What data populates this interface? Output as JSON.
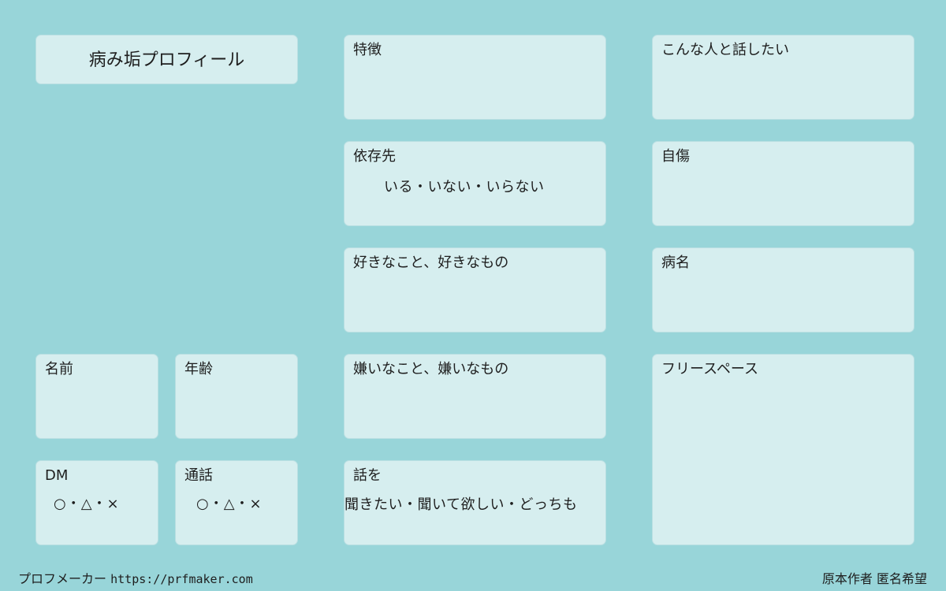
{
  "title": "病み垢プロフィール",
  "fields": {
    "tokuchou": "特徴",
    "hanashitai": "こんな人と話したい",
    "izonsaki": "依存先",
    "izonsaki_options": "いる・いない・いらない",
    "jishou": "自傷",
    "suki": "好きなこと、好きなもの",
    "byoumei": "病名",
    "namae": "名前",
    "nenrei": "年齢",
    "kirai": "嫌いなこと、嫌いなもの",
    "free_space": "フリースペース",
    "dm": "DM",
    "dm_options": "○・△・×",
    "tsuuwa": "通話",
    "tsuuwa_options": "○・△・×",
    "hanashi": "話を",
    "hanashi_options": "聞きたい・聞いて欲しい・どっちも"
  },
  "footer": {
    "maker_label": "プロフメーカー",
    "maker_url": "https://prfmaker.com",
    "author": "原本作者 匿名希望"
  }
}
